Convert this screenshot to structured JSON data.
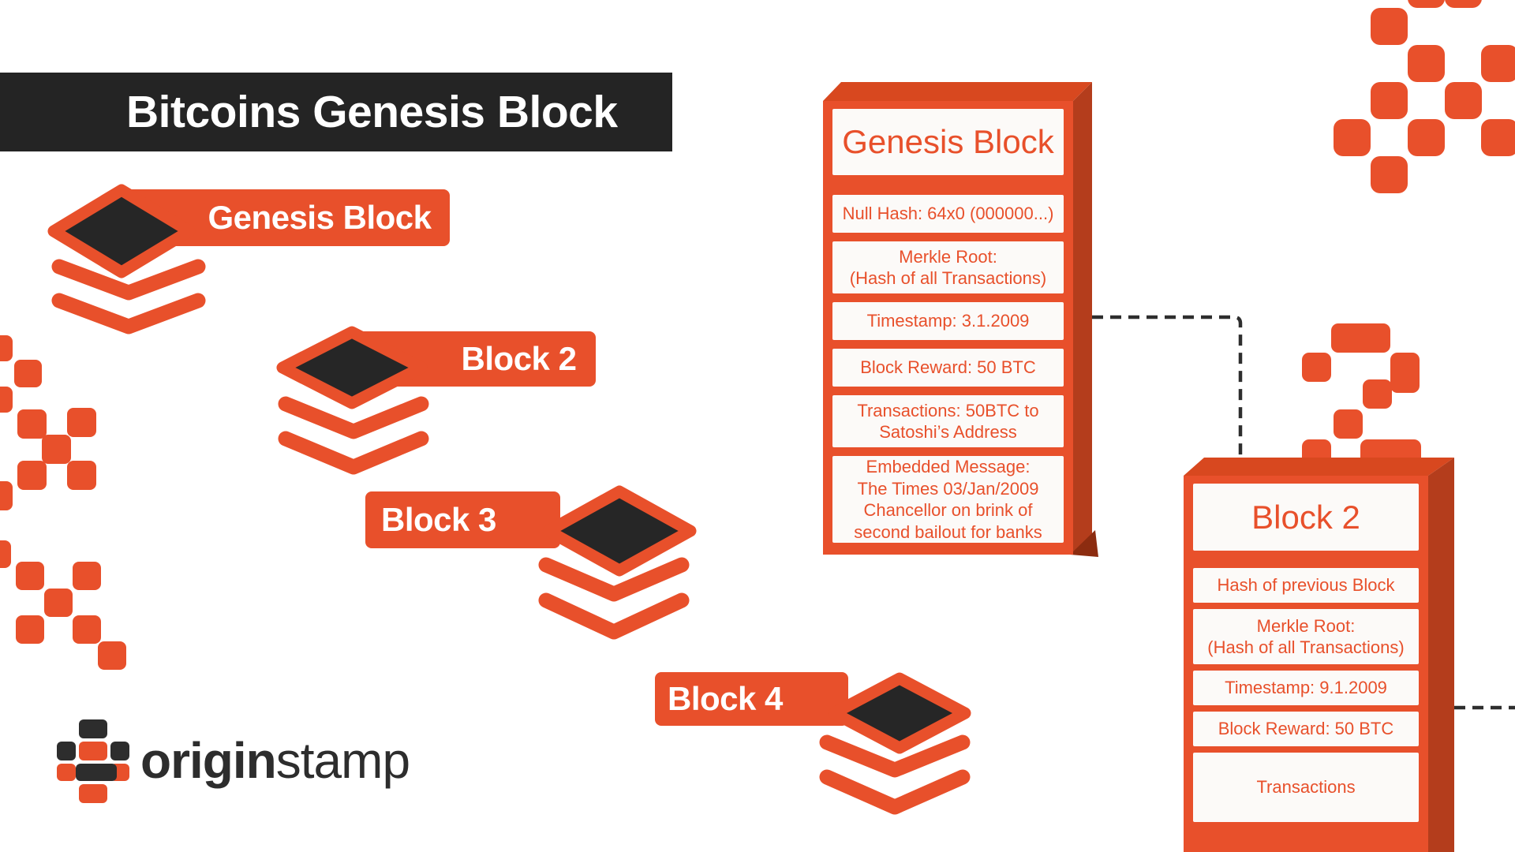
{
  "banner": {
    "title": "Bitcoins Genesis Block"
  },
  "stacks": [
    {
      "label": "Genesis Block"
    },
    {
      "label": "Block 2"
    },
    {
      "label": "Block 3"
    },
    {
      "label": "Block 4"
    }
  ],
  "cards": {
    "genesis": {
      "title": "Genesis Block",
      "rows": [
        "Null Hash: 64x0 (000000...)",
        "Merkle Root:\n(Hash of all Transactions)",
        "Timestamp: 3.1.2009",
        "Block Reward: 50 BTC",
        "Transactions: 50BTC to\nSatoshi’s Address",
        "Embedded Message:\nThe Times 03/Jan/2009\nChancellor on brink of\nsecond bailout for banks"
      ]
    },
    "block2": {
      "title": "Block 2",
      "rows": [
        "Hash of previous Block",
        "Merkle Root:\n(Hash of all Transactions)",
        "Timestamp: 9.1.2009",
        "Block Reward: 50 BTC",
        "Transactions"
      ]
    }
  },
  "logo": {
    "bold": "origin",
    "light": "stamp"
  },
  "colors": {
    "orange": "#E8502B",
    "orange-top": "#D8481F",
    "orange-side": "#B43D1C",
    "fold": "#8C2C10",
    "dark": "#242424",
    "ink": "#2D2D2D",
    "row-bg": "#FCFAF8",
    "connector": "#2E2E2E"
  }
}
